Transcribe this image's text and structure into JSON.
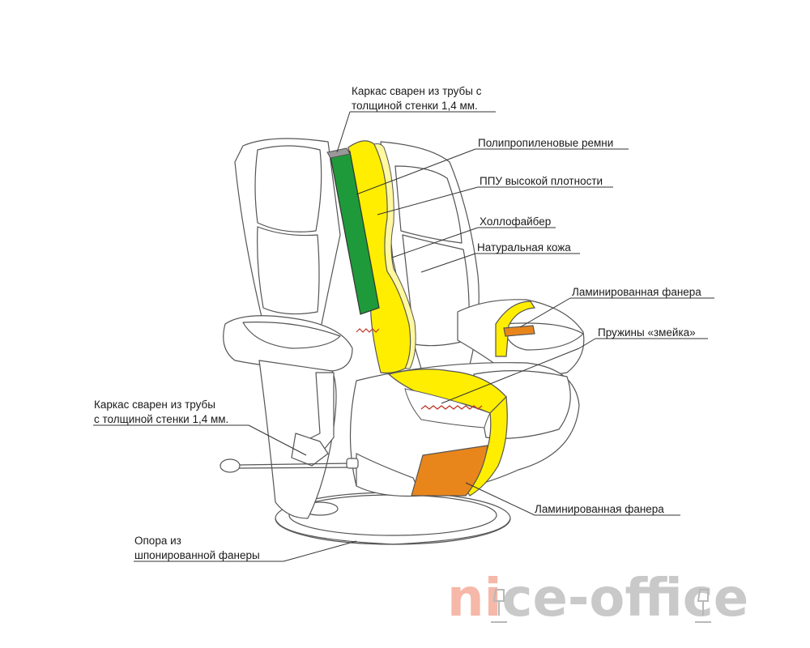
{
  "labels": {
    "frame_top_line1": "Каркас сварен из трубы с",
    "frame_top_line2": "толщиной стенки 1,4 мм.",
    "polypropylene_belts": "Полипропиленовые ремни",
    "high_density_foam": "ППУ высокой плотности",
    "hollofiber": "Холлофайбер",
    "natural_leather": "Натуральная кожа",
    "laminated_plywood_arm": "Ламинированная фанера",
    "zigzag_springs": "Пружины «змейка»",
    "frame_left_line1": "Каркас сварен из трубы",
    "frame_left_line2": "с толщиной стенки 1,4 мм.",
    "laminated_plywood_seat": "Ламинированная фанера",
    "base_line1": "Опора из",
    "base_line2": "шпонированной фанеры"
  },
  "watermark": {
    "text_part1": "n",
    "text_part2": "i",
    "text_part3": "ce-off",
    "text_part4": "i",
    "text_part5": "ce"
  },
  "colors": {
    "foam_yellow": "#ffee00",
    "frame_green": "#1e9a3a",
    "plywood_orange": "#e8861c",
    "spring_red": "#c0392b",
    "outline": "#555555",
    "watermark_grey": "#c9c9c9",
    "watermark_orange": "#f6b8a8"
  }
}
